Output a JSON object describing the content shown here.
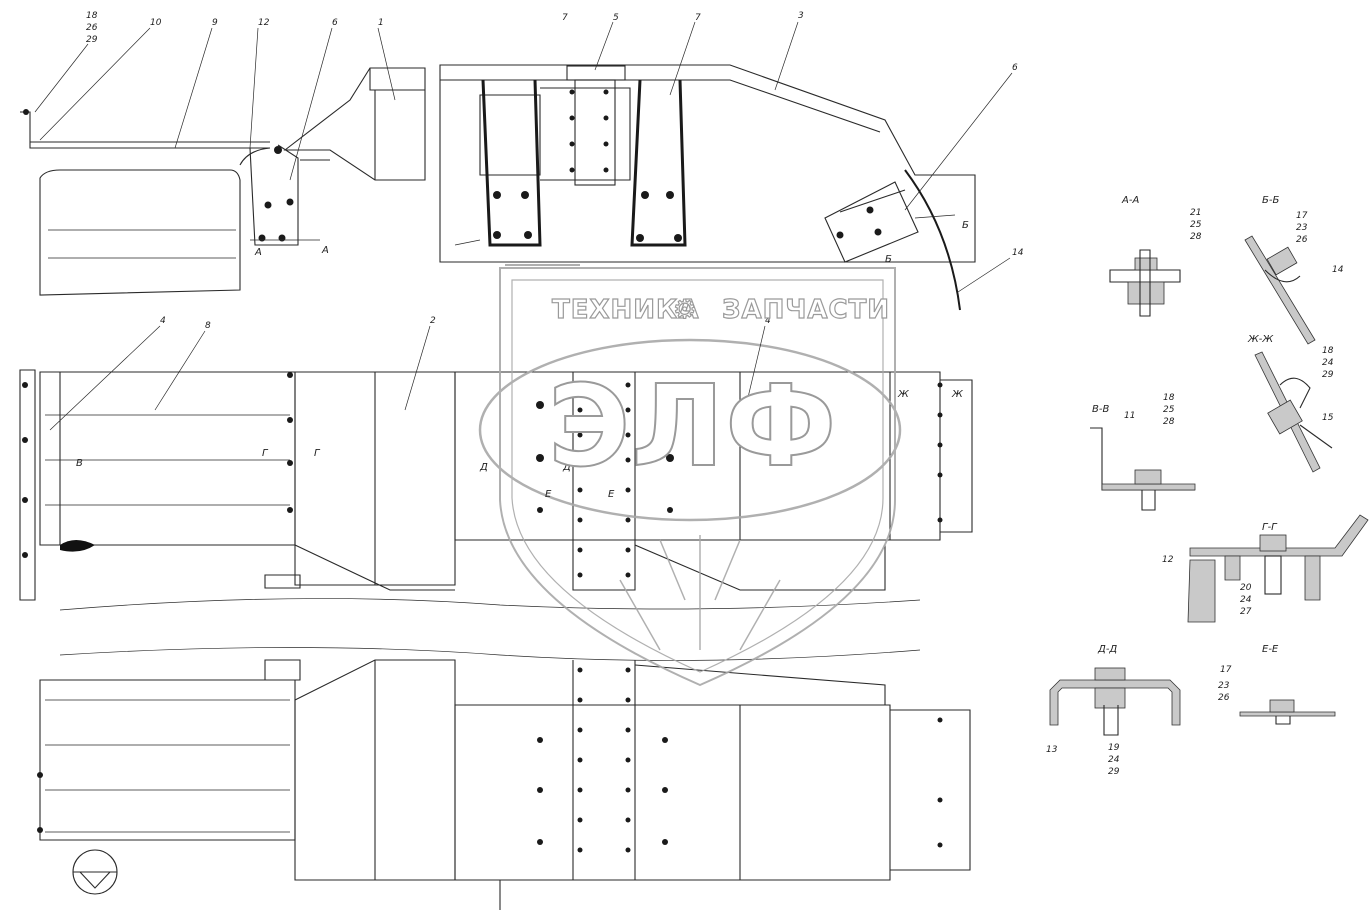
{
  "callouts": {
    "top": [
      {
        "id": "c18",
        "text": "18"
      },
      {
        "id": "c26a",
        "text": "26"
      },
      {
        "id": "c29a",
        "text": "29"
      },
      {
        "id": "c10",
        "text": "10"
      },
      {
        "id": "c9",
        "text": "9"
      },
      {
        "id": "c12",
        "text": "12"
      },
      {
        "id": "c6a",
        "text": "6"
      },
      {
        "id": "c1",
        "text": "1"
      },
      {
        "id": "c7a",
        "text": "7"
      },
      {
        "id": "c5",
        "text": "5"
      },
      {
        "id": "c7b",
        "text": "7"
      },
      {
        "id": "c3",
        "text": "3"
      },
      {
        "id": "c6b",
        "text": "6"
      },
      {
        "id": "c14a",
        "text": "14"
      }
    ],
    "middle": [
      {
        "id": "c4a",
        "text": "4"
      },
      {
        "id": "c8",
        "text": "8"
      },
      {
        "id": "c2",
        "text": "2"
      },
      {
        "id": "c4b",
        "text": "4"
      }
    ]
  },
  "cut_marks": [
    "А",
    "А",
    "Б",
    "Б",
    "В",
    "Г",
    "Г",
    "Д",
    "Д",
    "Е",
    "Е",
    "Ж",
    "Ж"
  ],
  "sections": {
    "aa": {
      "title": "А-А",
      "labels": [
        "21",
        "25",
        "28"
      ]
    },
    "bb": {
      "title": "Б-Б",
      "labels": [
        "17",
        "23",
        "26",
        "14"
      ]
    },
    "zhzh": {
      "title": "Ж-Ж",
      "labels": [
        "18",
        "24",
        "29",
        "15"
      ]
    },
    "vv": {
      "title": "В-В",
      "labels": [
        "11",
        "18",
        "25",
        "28"
      ]
    },
    "gg": {
      "title": "Г-Г",
      "labels": [
        "12",
        "20",
        "24",
        "27"
      ]
    },
    "dd": {
      "title": "Д-Д",
      "labels": [
        "13",
        "19",
        "24",
        "29"
      ]
    },
    "ee": {
      "title": "Е-Е",
      "labels": [
        "17",
        "23",
        "26"
      ]
    }
  },
  "watermark": {
    "line1_left": "ТЕХНИКА",
    "gear": "⚙",
    "line1_right": "ЗАПЧАСТИ",
    "logo": "ЭЛФ"
  },
  "colors": {
    "line": "#2a2a2a",
    "watermark": "#a8a8a8"
  }
}
